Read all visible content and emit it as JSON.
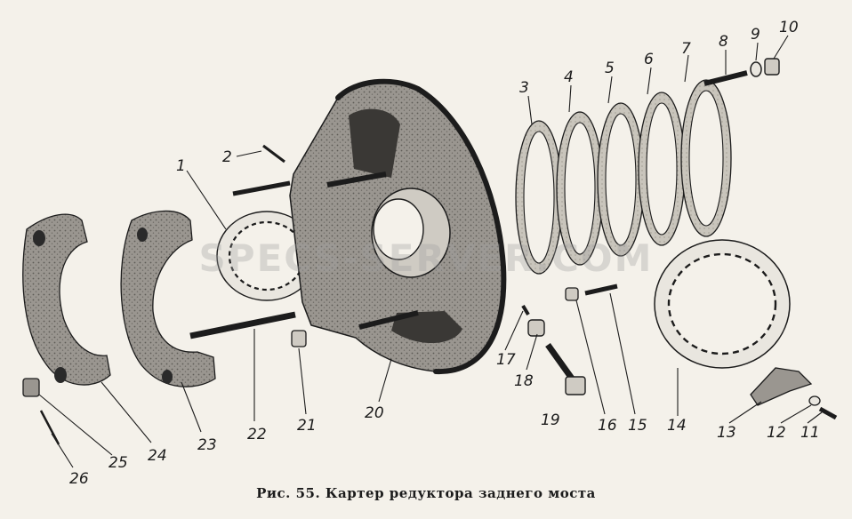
{
  "figure": {
    "caption": "Рис. 55. Картер редуктора заднего моста",
    "watermark": "SPECS-SERVER.COM",
    "ink_color": "#1c1c1c",
    "paper_color": "#f4f1ea"
  },
  "callouts": [
    "1",
    "2",
    "3",
    "4",
    "5",
    "6",
    "7",
    "8",
    "9",
    "10",
    "11",
    "12",
    "13",
    "14",
    "15",
    "16",
    "17",
    "18",
    "19",
    "20",
    "21",
    "22",
    "23",
    "24",
    "25",
    "26"
  ]
}
